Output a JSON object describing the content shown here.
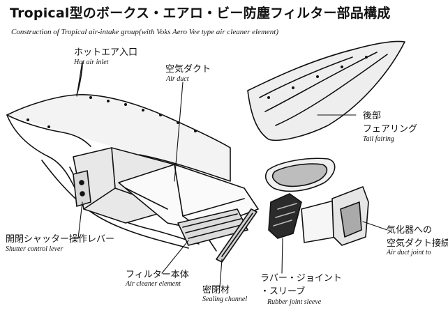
{
  "title": "Tropical型のボークス・エアロ・ビー防塵フィルター部品構成",
  "subtitle": "Construction of Tropical air-intake group(with Voks Aero Vee type air cleaner element)",
  "labels": {
    "hot_air_inlet": {
      "jp": "ホットエア入口",
      "en": "Hot air inlet"
    },
    "air_duct": {
      "jp": "空気ダクト",
      "en": "Air duct"
    },
    "tail_fairing": {
      "jp1": "後部",
      "jp2": "フェアリング",
      "en": "Tail fairing"
    },
    "shutter_lever": {
      "jp": "開閉シャッター操作レバー",
      "en": "Shutter control lever"
    },
    "carb_duct": {
      "jp1": "気化器への",
      "jp2": "空気ダクト接続",
      "en": "Air duct joint to"
    },
    "cleaner_element": {
      "jp": "フィルター本体",
      "en": "Air cleaner element"
    },
    "sealing_channel": {
      "jp": "密閉材",
      "en": "Sealing channel"
    },
    "rubber_sleeve": {
      "jp1": "ラバー・ジョイント",
      "jp2": "・スリーブ",
      "en": "Rubber joint sleeve"
    }
  }
}
